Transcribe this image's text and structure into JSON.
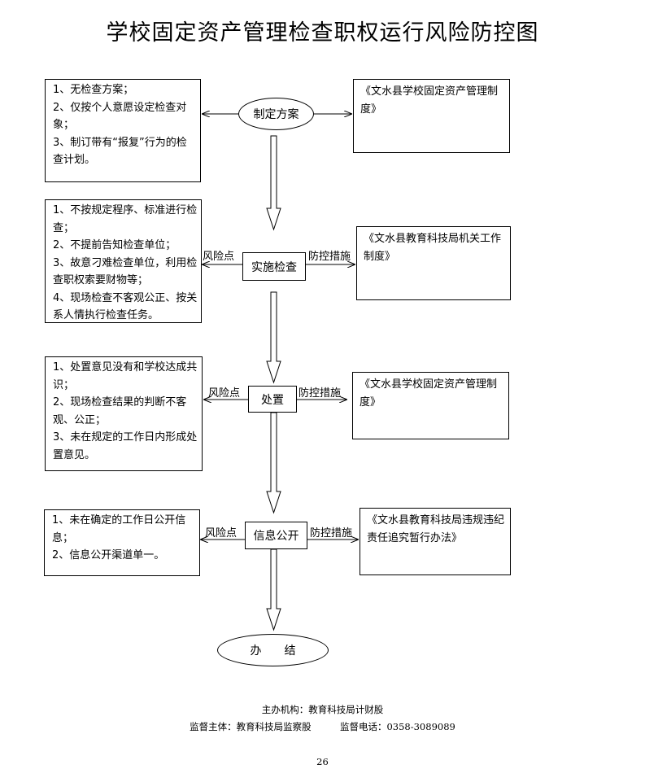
{
  "title": "学校固定资产管理检查职权运行风险防控图",
  "steps": [
    {
      "label": "制定方案"
    },
    {
      "label": "实施检查"
    },
    {
      "label": "处置"
    },
    {
      "label": "信息公开"
    },
    {
      "label": "办　　结"
    }
  ],
  "risk_label": "风险点",
  "control_label": "防控措施",
  "risks": [
    {
      "lines": [
        "1、无检查方案；",
        "2、仅按个人意愿设定检查对象；",
        "3、制订带有“报复”行为的检查计划。"
      ]
    },
    {
      "lines": [
        "1、不按规定程序、标准进行检查；",
        "2、不提前告知检查单位；",
        "3、故意刁难检查单位，利用检查职权索要财物等；",
        "4、现场检查不客观公正、按关系人情执行检查任务。"
      ]
    },
    {
      "lines": [
        "1、处置意见没有和学校达成共识；",
        "2、现场检查结果的判断不客观、公正；",
        "3、未在规定的工作日内形成处置意见。"
      ]
    },
    {
      "lines": [
        "1、未在确定的工作日公开信息；",
        "2、信息公开渠道单一。"
      ]
    }
  ],
  "controls": [
    {
      "text": "《文水县学校固定资产管理制度》"
    },
    {
      "text": "《文水县教育科技局机关工作制度》"
    },
    {
      "text": "《文水县学校固定资产管理制度》"
    },
    {
      "text": "《文水县教育科技局违规违纪责任追究暂行办法》"
    }
  ],
  "footer": {
    "organizer": "主办机构：教育科技局计财股",
    "supervisor": "监督主体：教育科技局监察股",
    "phone": "监督电话：0358-3089089",
    "page": "26"
  }
}
